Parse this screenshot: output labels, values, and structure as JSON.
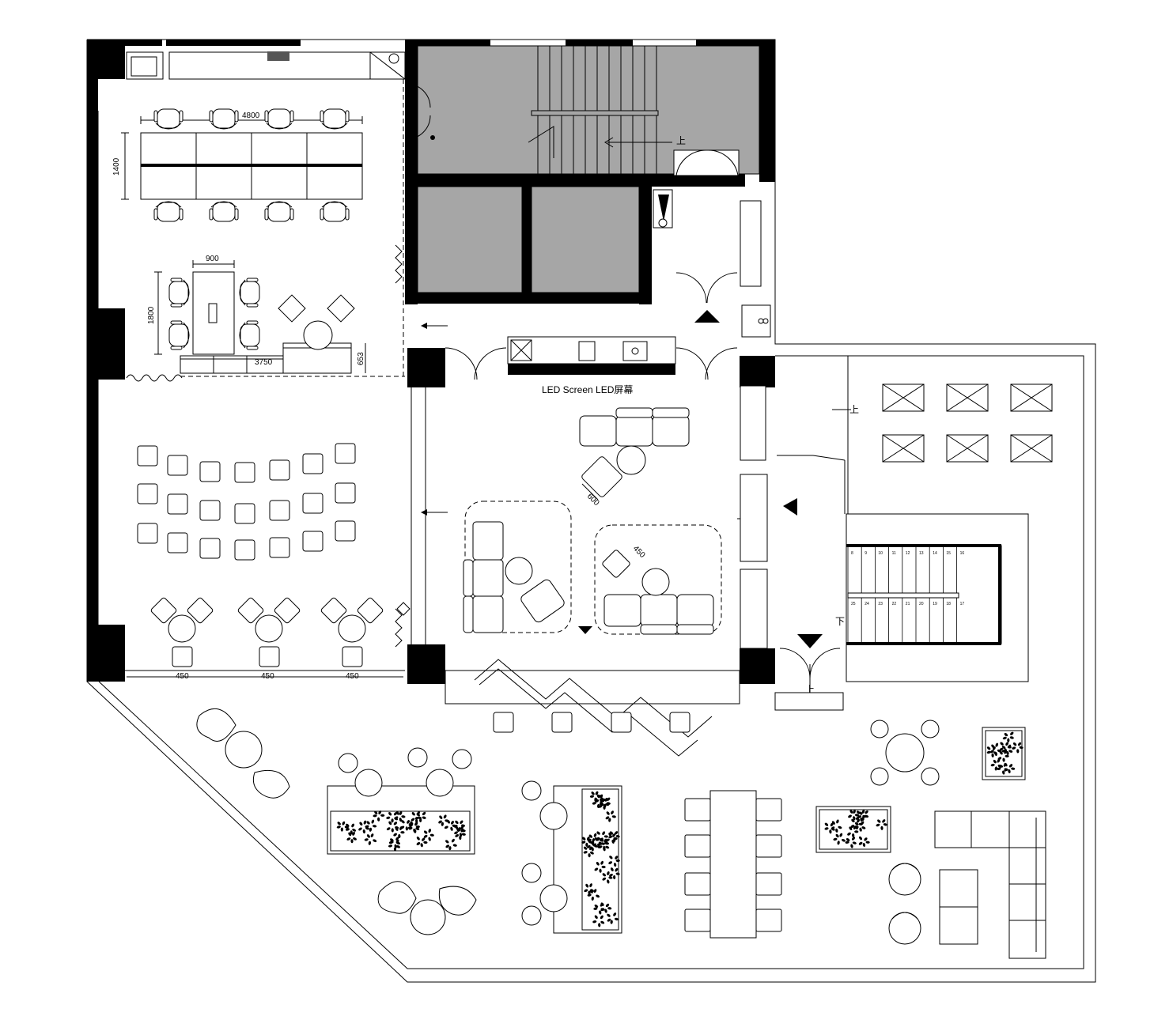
{
  "screen_label": "LED Screen LED屏幕",
  "stair_up": "上",
  "stair_down": "下",
  "dimensions": {
    "table_length": "4800",
    "table_depth": "1400",
    "meeting_width": "900",
    "meeting_length": "1800",
    "cabinet_length": "3750",
    "cabinet_depth": "653",
    "seat_450_a": "450",
    "seat_450_b": "450",
    "seat_450_c": "450",
    "lounge_600": "600",
    "lounge_450": "450"
  },
  "stair_steps_top": [
    "8",
    "9",
    "10",
    "11",
    "12",
    "13",
    "14",
    "15",
    "16"
  ],
  "stair_steps_bottom": [
    "25",
    "24",
    "23",
    "22",
    "21",
    "20",
    "19",
    "18",
    "17"
  ]
}
